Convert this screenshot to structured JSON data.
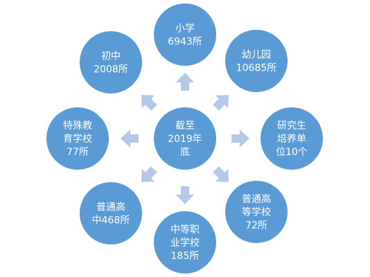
{
  "theme": {
    "circle_color": "#5b9bd5",
    "circle_border": "#ffffff",
    "arrow_color": "#b4c7e7",
    "text_color": "#ffffff"
  },
  "center": {
    "lines": [
      "截至",
      "2019年",
      "底"
    ]
  },
  "nodes": [
    {
      "key": "primary",
      "lines": [
        "小学",
        "6943所"
      ]
    },
    {
      "key": "kindergarten",
      "lines": [
        "幼儿园",
        "10685所"
      ]
    },
    {
      "key": "graduate",
      "lines": [
        "研究生",
        "培养单",
        "位10个"
      ]
    },
    {
      "key": "higher",
      "lines": [
        "普通高",
        "等学校",
        "72所"
      ]
    },
    {
      "key": "vocational",
      "lines": [
        "中等职",
        "业学校",
        "185所"
      ]
    },
    {
      "key": "high",
      "lines": [
        "普通高",
        "中468所"
      ]
    },
    {
      "key": "special",
      "lines": [
        "特殊教",
        "育学校",
        "77所"
      ]
    },
    {
      "key": "junior",
      "lines": [
        "初中",
        "2008所"
      ]
    }
  ]
}
